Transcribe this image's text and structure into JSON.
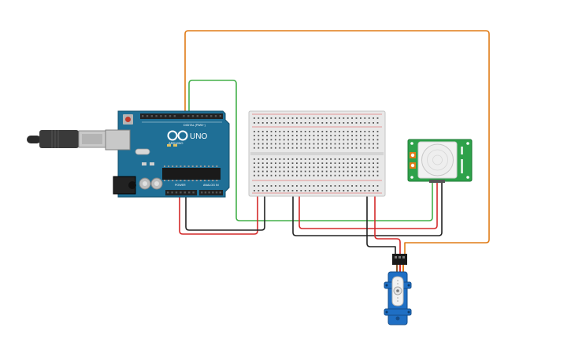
{
  "arduino": {
    "brand": "ARDUINO",
    "model": "UNO",
    "digital_label": "DIGITAL (PWM~)",
    "power_label": "POWER",
    "analog_label": "ANALOG IN",
    "board_color": "#1f6f96",
    "header_color": "#222222"
  },
  "pir_sensor": {
    "name": "PIR motion sensor",
    "pcb_color": "#2ea14a",
    "lens_color": "#eeeeee"
  },
  "servo": {
    "name": "Micro servo",
    "body_color": "#1f6fc4"
  },
  "breadboard": {
    "name": "Breadboard",
    "body_color": "#e8e8e8"
  },
  "wire_colors": {
    "signal_orange": "#e07b17",
    "signal_green": "#44b04a",
    "power_red": "#d42a2a",
    "ground_black": "#222222"
  }
}
